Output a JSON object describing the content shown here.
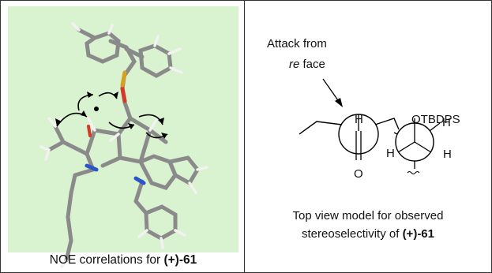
{
  "left_panel": {
    "caption_prefix": "NOE correlations for ",
    "caption_compound": "(+)-61",
    "background_color": "#d9f2cf"
  },
  "right_panel": {
    "attack_line1": "Attack from",
    "attack_italic": "re",
    "attack_rest": " face",
    "atom_H_top": "H",
    "atom_O": "O",
    "atom_OTBDPS": "OTBDPS",
    "atom_H_right_upper": "H",
    "atom_H_left": "H",
    "atom_H_right_lower": "H",
    "caption_line1": "Top view model for observed",
    "caption_line2_prefix": "stereoselectivity of ",
    "caption_compound": "(+)-61"
  }
}
